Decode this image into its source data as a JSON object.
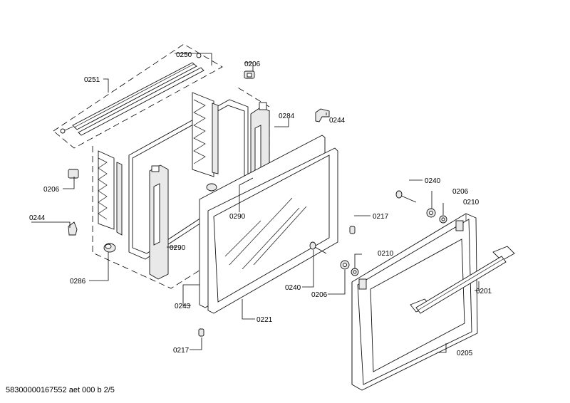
{
  "callouts": {
    "c0250": "0250",
    "c0206_top": "0206",
    "c0251": "0251",
    "c0244_right": "0244",
    "c0284": "0284",
    "c0206_left": "0206",
    "c0244_left": "0244",
    "c0290_center": "0290",
    "c0217_right": "0217",
    "c0290_left": "0290",
    "c0286": "0286",
    "c0240_top": "0240",
    "c0206_mid": "0206",
    "c0210_top": "0210",
    "c0210_mid": "0210",
    "c0240_mid": "0240",
    "c0206_low": "0206",
    "c0243": "0243",
    "c0221": "0221",
    "c0201": "0201",
    "c0217_bottom": "0217",
    "c0205": "0205"
  },
  "footer": "58300000167552 aet 000 b 2/5"
}
